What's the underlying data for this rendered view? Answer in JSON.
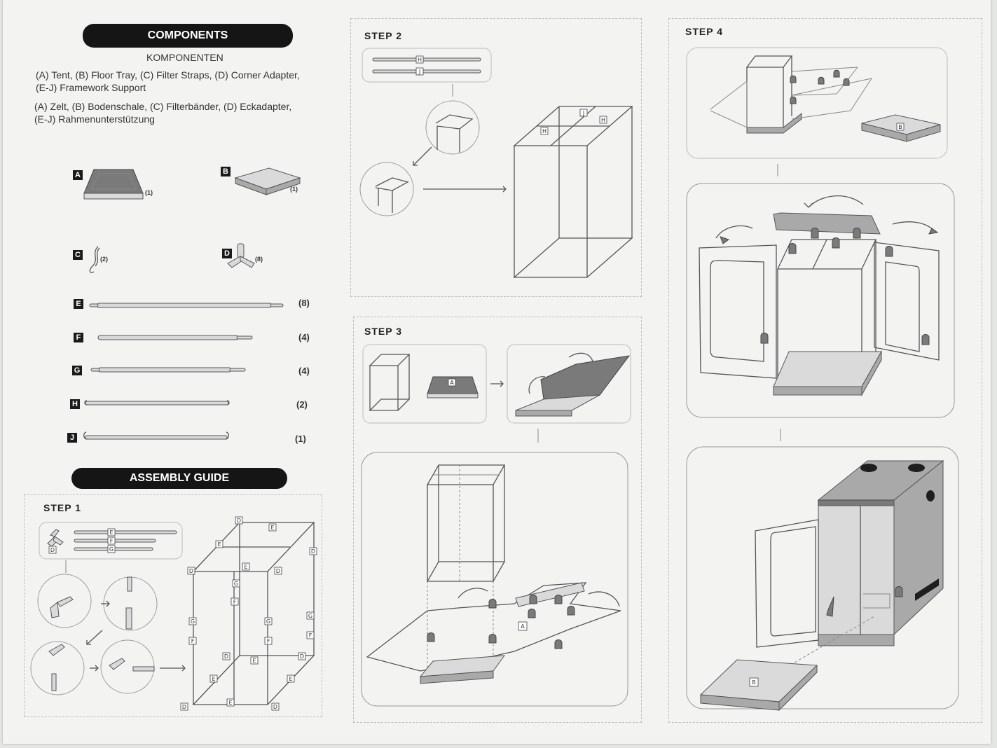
{
  "components": {
    "title": "COMPONENTS",
    "subtitle": "KOMPONENTEN",
    "desc_en_1": "(A) Tent, (B) Floor Tray, (C) Filter Straps, (D) Corner Adapter,",
    "desc_en_2": "(E-J) Framework Support",
    "desc_de_1": "(A) Zelt, (B) Bodenschale, (C) Filterbänder, (D) Eckadapter,",
    "desc_de_2": "(E-J) Rahmenunterstützung",
    "parts": [
      {
        "letter": "A",
        "qty": "(1)"
      },
      {
        "letter": "B",
        "qty": "(1)"
      },
      {
        "letter": "C",
        "qty": "(2)"
      },
      {
        "letter": "D",
        "qty": "(8)"
      },
      {
        "letter": "E",
        "qty": "(8)"
      },
      {
        "letter": "F",
        "qty": "(4)"
      },
      {
        "letter": "G",
        "qty": "(4)"
      },
      {
        "letter": "H",
        "qty": "(2)"
      },
      {
        "letter": "J",
        "qty": "(1)"
      }
    ]
  },
  "assembly": {
    "title": "ASSEMBLY GUIDE"
  },
  "steps": {
    "step1": "STEP 1",
    "step2": "STEP 2",
    "step3": "STEP 3",
    "step4": "STEP 4"
  },
  "diagram_tags": {
    "D": "D",
    "E": "E",
    "F": "F",
    "G": "G",
    "H": "H",
    "J": "J",
    "A": "A",
    "B": "B"
  }
}
